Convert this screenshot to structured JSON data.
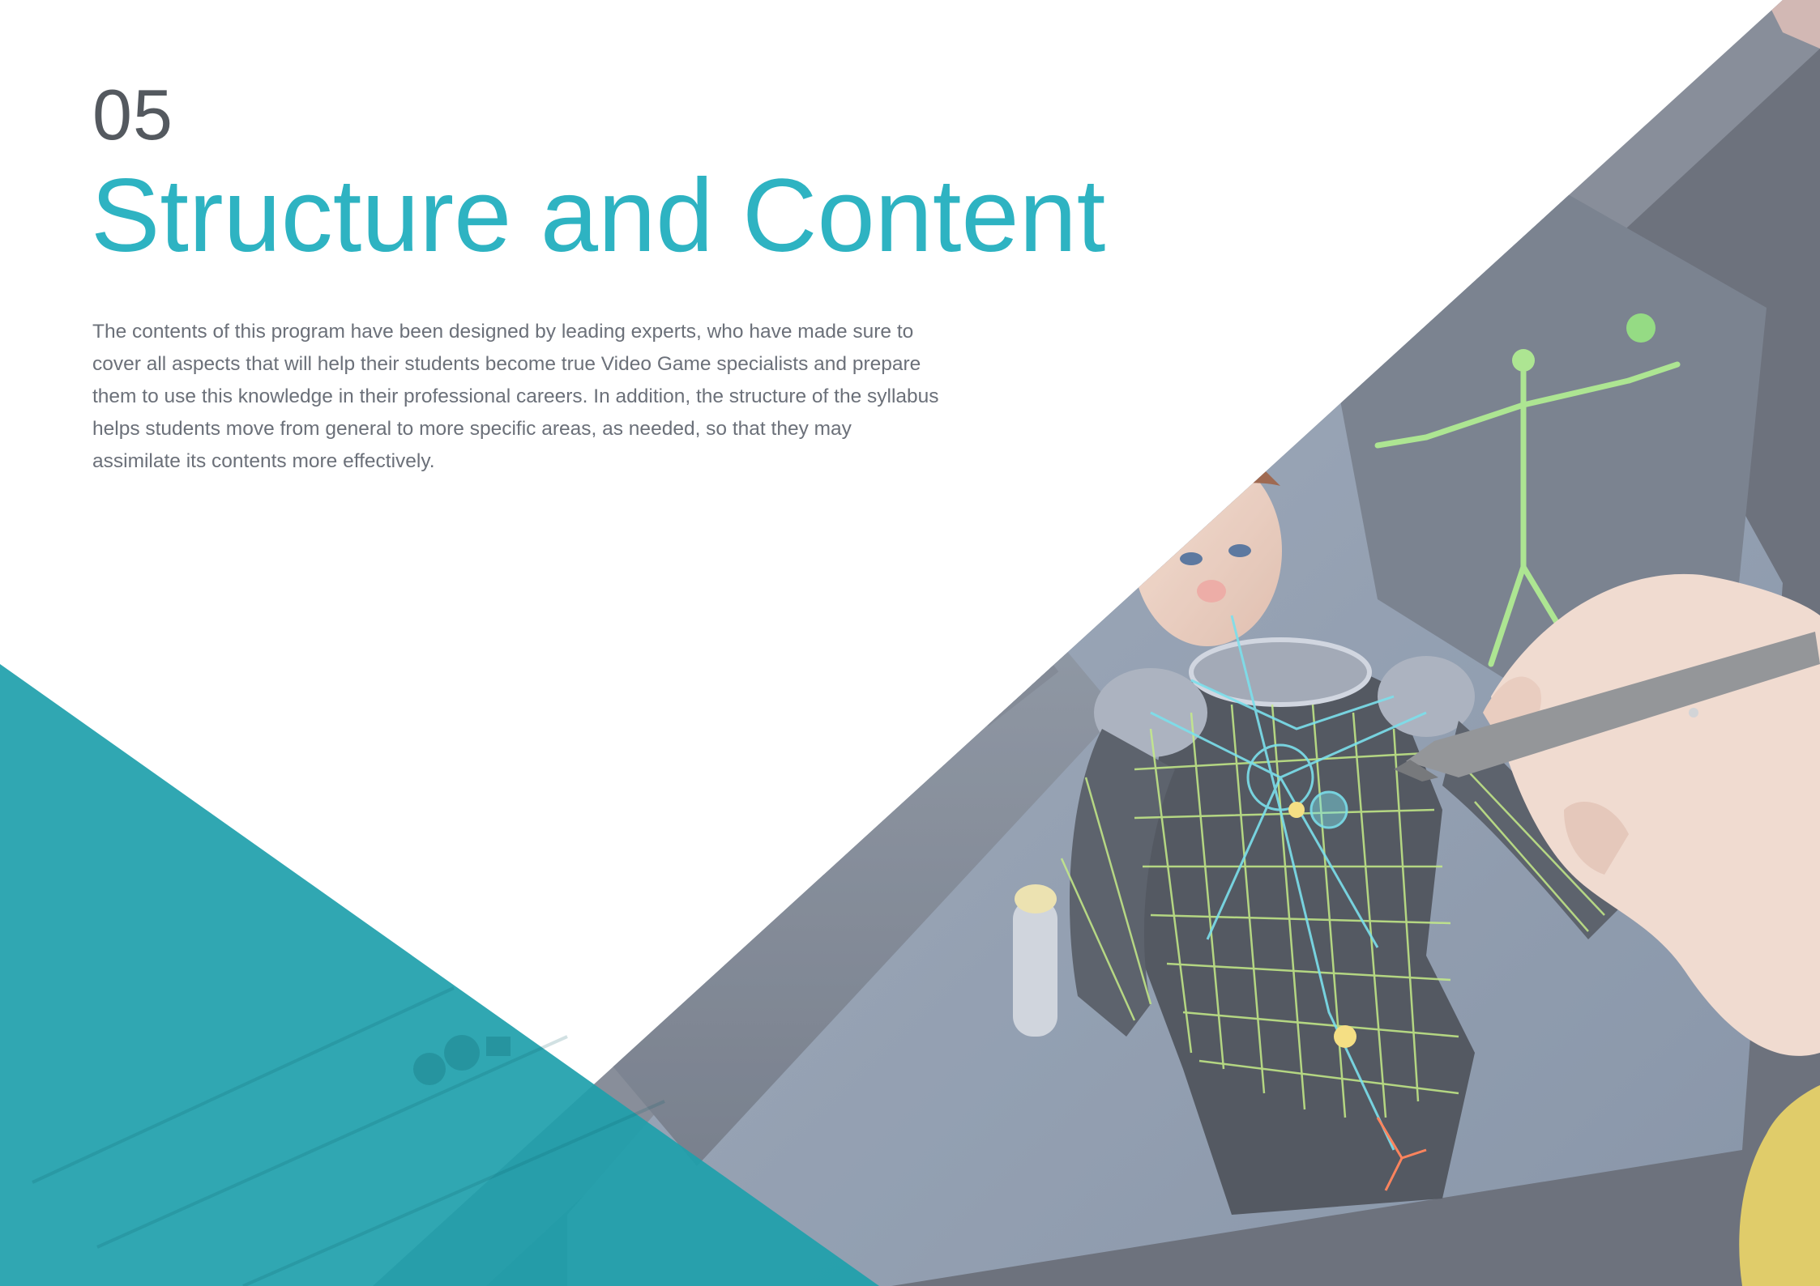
{
  "section": {
    "number": "05",
    "title": "Structure and Content",
    "intro": "The contents of this program have been designed by leading experts, who have made sure to cover all aspects that will help their students become true Video Game specialists and prepare them to use this knowledge in their professional careers. In addition, the structure of the syllabus helps students move from general to more specific areas, as needed, so that they may assimilate its contents more effectively."
  },
  "colors": {
    "accent_teal": "#2eb3c2",
    "triangle_teal": "#1e9fab",
    "number_gray": "#54595f",
    "body_text": "#6b7079"
  },
  "image": {
    "subject": "hand-holding-stylus-over-3d-character-rigging-screen"
  }
}
